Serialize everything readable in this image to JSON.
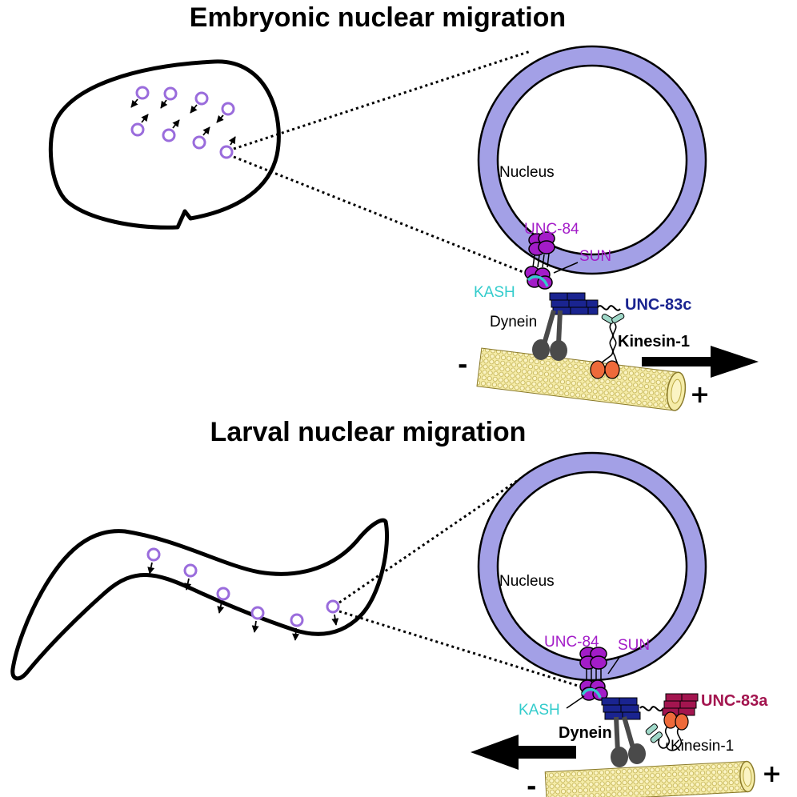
{
  "top": {
    "title": "Embryonic nuclear migration",
    "nucleus": "Nucleus",
    "unc84": "UNC-84",
    "sun": "SUN",
    "kash": "KASH",
    "unc83": "UNC-83c",
    "dynein": "Dynein",
    "kinesin": "Kinesin-1",
    "minus": "-",
    "plus": "+"
  },
  "bottom": {
    "title": "Larval nuclear migration",
    "nucleus": "Nucleus",
    "unc84": "UNC-84",
    "sun": "SUN",
    "kash": "KASH",
    "unc83": "UNC-83a",
    "dynein": "Dynein",
    "kinesin": "Kinesin-1",
    "minus": "-",
    "plus": "+"
  },
  "colors": {
    "envelope": "#a3a0e6",
    "sun_protein": "#a31cc8",
    "kash": "#33cccc",
    "unc83c": "#1a2490",
    "unc83a": "#a3154f",
    "kinesin_light_chain": "#9fd8c8",
    "kinesin_motor": "#ee6a3a",
    "dynein": "#4a4a4a",
    "microtubule": "#f3eaa0",
    "nuclei_small": "#a070e0"
  }
}
